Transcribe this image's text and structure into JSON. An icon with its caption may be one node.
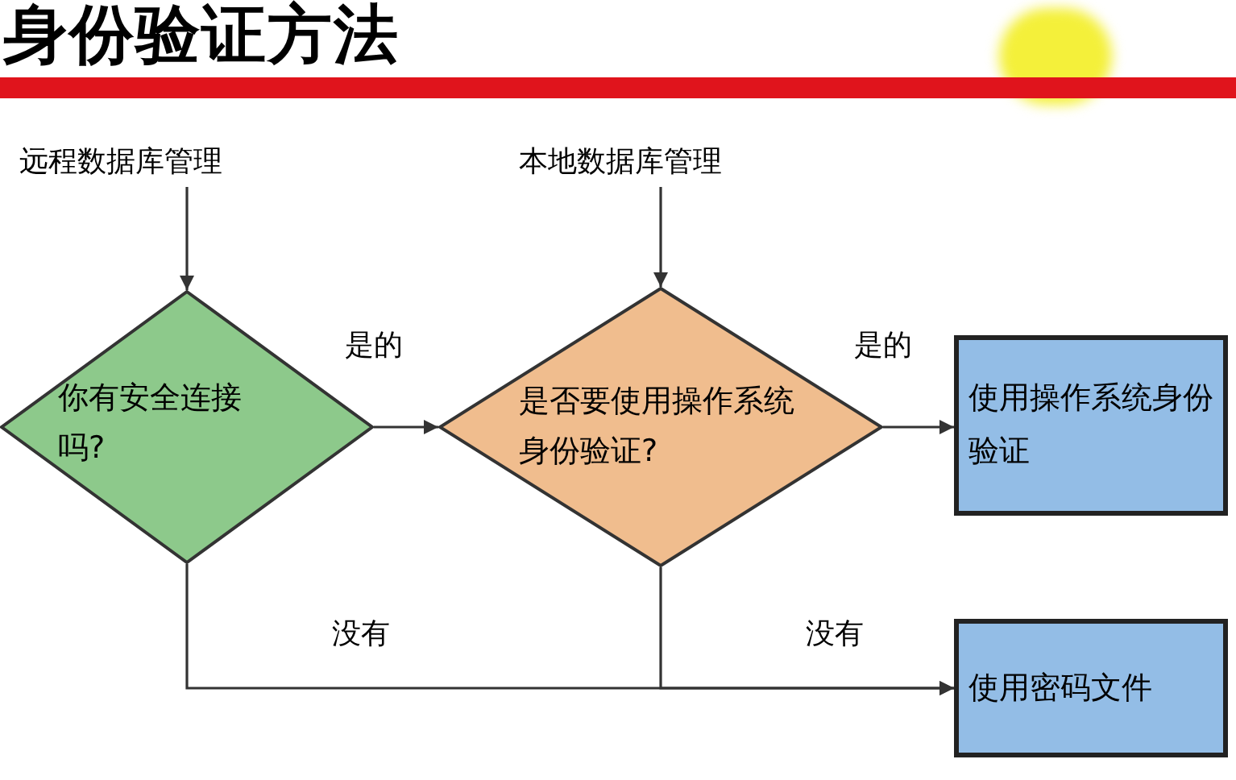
{
  "diagram": {
    "title": "身份验证方法",
    "nodes": [
      {
        "text": [
          "远程数据库管理"
        ]
      },
      {
        "text": [
          "本地数据库管理"
        ]
      },
      {
        "text": [
          "你有安全连接吗?"
        ]
      },
      {
        "text": [
          "是否要使用操作系统身份验证?"
        ]
      },
      {
        "text": [
          "使用操作系统身份验证"
        ]
      },
      {
        "text": [
          "使用密码文件"
        ]
      }
    ],
    "edges": [
      {
        "from": 0,
        "to": 2,
        "arrow": "to"
      },
      {
        "from": 1,
        "to": 3,
        "arrow": "to"
      },
      {
        "from": 2,
        "to": 3,
        "arrow": "to",
        "label": "是的"
      },
      {
        "from": 3,
        "to": 4,
        "arrow": "to",
        "label": "是的"
      },
      {
        "from": 2,
        "to": 5,
        "arrow": "to",
        "label": "没有"
      },
      {
        "from": 3,
        "to": 5,
        "arrow": "to",
        "label": "没有"
      }
    ]
  }
}
